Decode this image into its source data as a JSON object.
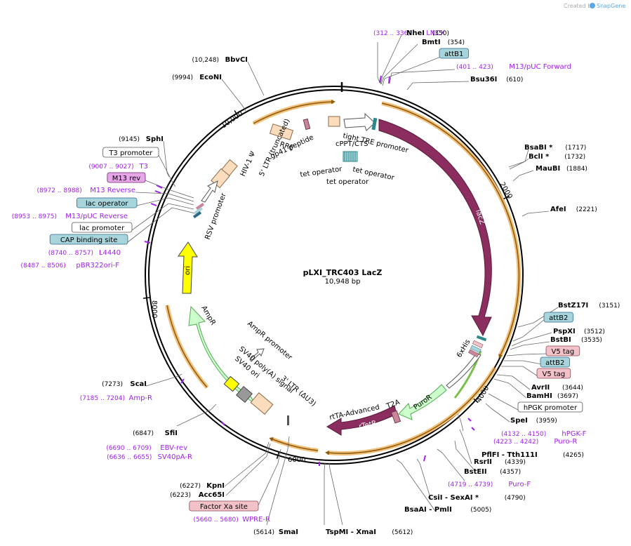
{
  "watermark": {
    "created_by": "Created by",
    "brand": "SnapGene"
  },
  "plasmid": {
    "name": "pLXI_TRC403 LacZ",
    "length": "10,948 bp",
    "total_bp": 10948
  },
  "colors": {
    "primer": "#a020f0",
    "lacZ": "#8b2d5e",
    "ori": "#ffff00",
    "ampR": "#ccffcc",
    "puroR": "#ccffcc",
    "ltr": "#fbdcbc",
    "feature_blue": "#a8d4dc",
    "feature_pink": "#f2c2c8"
  },
  "ticks": [
    {
      "label": "2000",
      "bp": 2000
    },
    {
      "label": "4000",
      "bp": 4000
    },
    {
      "label": "6000",
      "bp": 6000
    },
    {
      "label": "8000",
      "bp": 8000
    },
    {
      "label": "10,000",
      "bp": 10000
    }
  ],
  "left_labels": [
    {
      "kind": "site",
      "name": "BbvCI",
      "pos": "(10,248)"
    },
    {
      "kind": "site",
      "name": "EcoNI",
      "pos": "(9994)"
    },
    {
      "kind": "site",
      "name": "SphI",
      "pos": "(9145)"
    },
    {
      "kind": "feature",
      "name": "T3 promoter",
      "style": "white"
    },
    {
      "kind": "primer",
      "name": "T3",
      "pos": "(9007 .. 9027)"
    },
    {
      "kind": "feature",
      "name": "M13 rev",
      "style": "purple"
    },
    {
      "kind": "primer",
      "name": "M13 Reverse",
      "pos": "(8972 .. 8988)"
    },
    {
      "kind": "feature",
      "name": "lac operator",
      "style": "blue"
    },
    {
      "kind": "primer",
      "name": "M13/pUC Reverse",
      "pos": "(8953 .. 8975)"
    },
    {
      "kind": "feature",
      "name": "lac promoter",
      "style": "white"
    },
    {
      "kind": "feature",
      "name": "CAP binding site",
      "style": "blue"
    },
    {
      "kind": "primer",
      "name": "L4440",
      "pos": "(8740 .. 8757)"
    },
    {
      "kind": "primer",
      "name": "pBR322ori-F",
      "pos": "(8487 .. 8506)"
    },
    {
      "kind": "site",
      "name": "ScaI",
      "pos": "(7273)"
    },
    {
      "kind": "primer",
      "name": "Amp-R",
      "pos": "(7185 .. 7204)"
    },
    {
      "kind": "site",
      "name": "SfiI",
      "pos": "(6847)"
    },
    {
      "kind": "primer",
      "name": "EBV-rev",
      "pos": "(6690 .. 6709)"
    },
    {
      "kind": "primer",
      "name": "SV40pA-R",
      "pos": "(6636 .. 6655)"
    },
    {
      "kind": "site",
      "name": "KpnI",
      "pos": "(6227)"
    },
    {
      "kind": "site",
      "name": "Acc65I",
      "pos": "(6223)"
    },
    {
      "kind": "feature",
      "name": "Factor Xa site",
      "style": "pink"
    },
    {
      "kind": "primer",
      "name": "WPRE-R",
      "pos": "(5660 .. 5680)"
    },
    {
      "kind": "site",
      "name": "SmaI",
      "pos": "(5614)"
    }
  ],
  "right_labels": [
    {
      "kind": "primer",
      "name": "LNCX",
      "pos": "(312 .. 336)"
    },
    {
      "kind": "site",
      "name": "NheI",
      "pos": "(350)"
    },
    {
      "kind": "site",
      "name": "BmtI",
      "pos": "(354)"
    },
    {
      "kind": "feature",
      "name": "attB1",
      "style": "blue"
    },
    {
      "kind": "primer",
      "name": "M13/pUC Forward",
      "pos": "(401 .. 423)"
    },
    {
      "kind": "site",
      "name": "Bsu36I",
      "pos": "(610)"
    },
    {
      "kind": "site",
      "name": "BsaBI *",
      "pos": "(1717)"
    },
    {
      "kind": "site",
      "name": "BclI *",
      "pos": "(1732)"
    },
    {
      "kind": "site",
      "name": "MauBI",
      "pos": "(1884)"
    },
    {
      "kind": "site",
      "name": "AfeI",
      "pos": "(2221)"
    },
    {
      "kind": "site",
      "name": "BstZ17I",
      "pos": "(3151)"
    },
    {
      "kind": "feature",
      "name": "attB2",
      "style": "blue"
    },
    {
      "kind": "site",
      "name": "PspXI",
      "pos": "(3512)"
    },
    {
      "kind": "site",
      "name": "BstBI",
      "pos": "(3535)"
    },
    {
      "kind": "feature",
      "name": "V5 tag",
      "style": "pink"
    },
    {
      "kind": "feature",
      "name": "attB2",
      "style": "blue"
    },
    {
      "kind": "feature",
      "name": "V5 tag",
      "style": "pink"
    },
    {
      "kind": "site",
      "name": "AvrII",
      "pos": "(3644)"
    },
    {
      "kind": "site",
      "name": "BamHI",
      "pos": "(3697)"
    },
    {
      "kind": "feature",
      "name": "hPGK promoter",
      "style": "white"
    },
    {
      "kind": "site",
      "name": "SpeI",
      "pos": "(3959)"
    },
    {
      "kind": "primer",
      "name": "hPGK-F",
      "pos": "(4132 .. 4150)"
    },
    {
      "kind": "primer",
      "name": "Puro-R",
      "pos": "(4223 .. 4242)"
    },
    {
      "kind": "site",
      "name": "PflFI - Tth111I",
      "pos": "(4265)"
    },
    {
      "kind": "site",
      "name": "RsrII",
      "pos": "(4339)"
    },
    {
      "kind": "site",
      "name": "BstEII",
      "pos": "(4357)"
    },
    {
      "kind": "primer",
      "name": "Puro-F",
      "pos": "(4719 .. 4739)"
    },
    {
      "kind": "site",
      "name": "CsiI - SexAI *",
      "pos": "(4790)"
    },
    {
      "kind": "site",
      "name": "BsaAI - PmlI",
      "pos": "(5005)"
    },
    {
      "kind": "site",
      "name": "TspMI - XmaI",
      "pos": "(5612)"
    }
  ],
  "inner_labels": [
    "tight TRE promoter",
    "cPPT/CTS",
    "tet operator",
    "tet operator",
    "tet operator",
    "RRE",
    "gp41 peptide",
    "HIV-1 Ψ",
    "5' LTR (truncated)",
    "RSV promoter",
    "lacZ",
    "6xHis",
    "PuroR",
    "T2A",
    "rtTA-Advanced",
    "rTetR",
    "ori",
    "AmpR",
    "AmpR promoter",
    "SV40 poly(A) signal",
    "SV40 ori",
    "3' LTR (ΔU3)"
  ]
}
